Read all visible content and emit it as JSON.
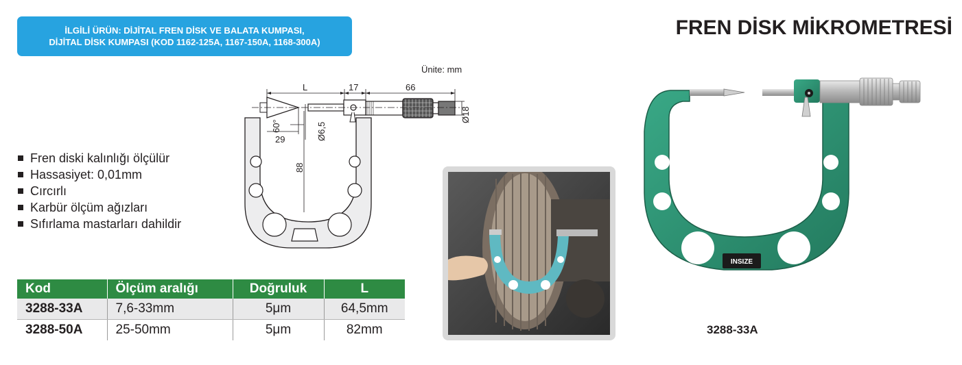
{
  "related": {
    "line1": "İLGİLİ ÜRÜN: DİJİTAL FREN DİSK VE BALATA KUMPASI,",
    "line2": "DİJİTAL DİSK KUMPASI (KOD 1162-125A, 1167-150A, 1168-300A)"
  },
  "title": "FREN DİSK MİKROMETRESİ",
  "drawing": {
    "unit_note": "Ünite: mm",
    "dim_L": "L",
    "dim_17": "17",
    "dim_66": "66",
    "dim_d18": "Ø18",
    "dim_60": "60°",
    "dim_29": "29",
    "dim_d65": "Ø6,5",
    "dim_88": "88"
  },
  "features": [
    "Fren diski kalınlığı ölçülür",
    "Hassasiyet: 0,01mm",
    "Cırcırlı",
    "Karbür ölçüm ağızları",
    "Sıfırlama mastarları dahildir"
  ],
  "table": {
    "headers": [
      "Kod",
      "Ölçüm aralığı",
      "Doğruluk",
      "L"
    ],
    "rows": [
      [
        "3288-33A",
        "7,6-33mm",
        "5μm",
        "64,5mm"
      ],
      [
        "3288-50A",
        "25-50mm",
        "5μm",
        "82mm"
      ]
    ]
  },
  "product": {
    "brand": "INSIZE",
    "caption": "3288-33A"
  },
  "colors": {
    "badge": "#27a3e0",
    "table_header": "#2e8b43",
    "frame_green": "#2f9a78"
  }
}
